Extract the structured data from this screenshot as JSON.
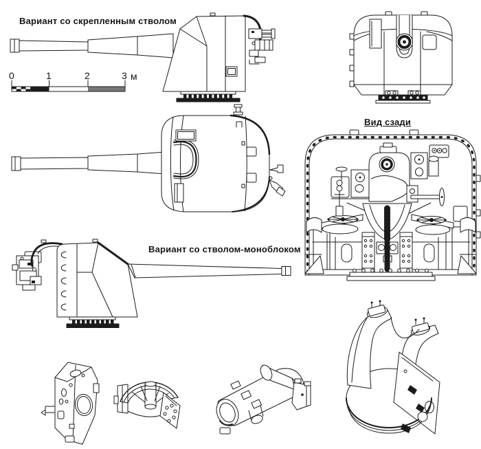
{
  "page": {
    "background": "#ffffff",
    "ink": "#1b1b1b",
    "scale_dark_fill": "#777777"
  },
  "labels": {
    "variant_built_up": "Вариант со скрепленным стволом",
    "variant_monobloc": "Вариант со стволом-моноблоком",
    "rear_view": "Вид сзади"
  },
  "scale_bar": {
    "ticks": [
      "0",
      "1",
      "2",
      "3"
    ],
    "unit": "м"
  }
}
